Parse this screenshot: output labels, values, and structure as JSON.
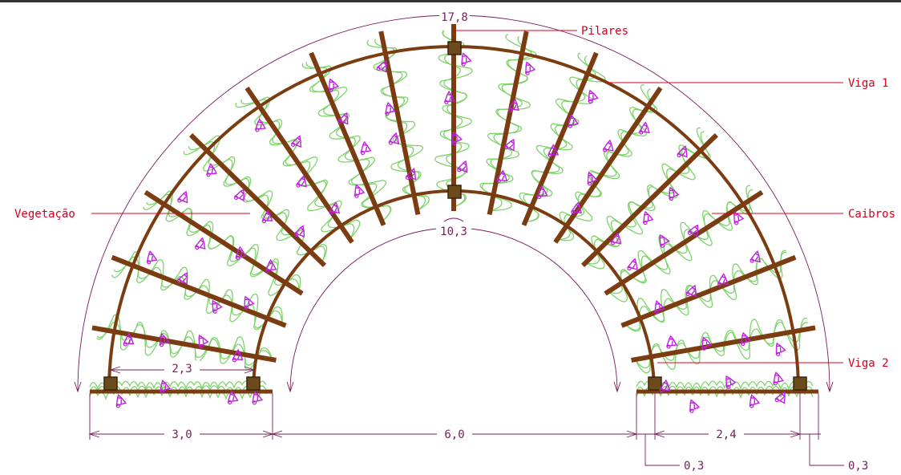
{
  "drawing": {
    "labels": {
      "pilares": "Pilares",
      "viga1": "Viga  1",
      "viga2": "Viga  2",
      "caibros": "Caibros",
      "vegetacao": "Vegetação"
    },
    "dimensions": {
      "outer_arc": "17,8",
      "inner_arc": "10,3",
      "left_span": "3,0",
      "left_inner": "2,3",
      "center_span": "6,0",
      "right_span": "2,4",
      "right_offset_a": "0,3",
      "right_offset_b": "0,3"
    },
    "colors": {
      "beam": "#7a3c10",
      "vegetation": "#7ed36a",
      "flowers": "#c020e0",
      "labels": "#d4001e",
      "dimensions": "#7a1c5c",
      "frame": "#333333"
    },
    "icons": {
      "pillar": "pillar-square-icon",
      "flower": "flower-glyph-icon"
    }
  }
}
